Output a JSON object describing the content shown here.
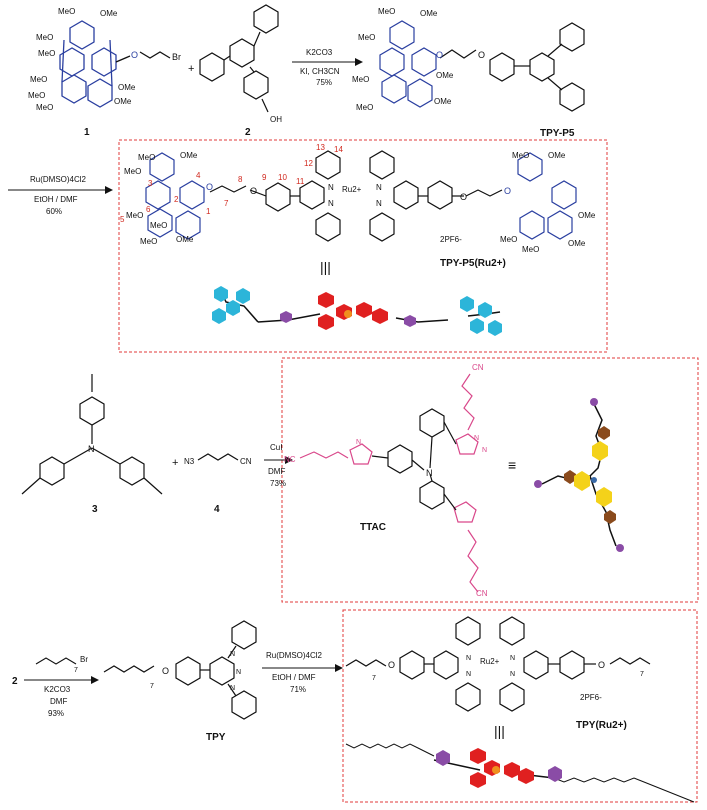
{
  "scheme": {
    "row1": {
      "cmp1_label": "1",
      "cmp1_ome": [
        "MeO",
        "OMe",
        "MeO",
        "MeO",
        "MeO",
        "MeO",
        "OMe",
        "MeO",
        "OMe"
      ],
      "cmp1_sub": "O",
      "cmp1_br": "Br",
      "plus": "+",
      "cmp2_label": "2",
      "cmp2_oh": "OH",
      "arrow1_top": "K2CO3",
      "arrow1_mid": "KI, CH3CN",
      "arrow1_yield": "75%",
      "tpyp5_label": "TPY-P5",
      "tpyp5_ome": [
        "MeO",
        "OMe",
        "MeO",
        "OMe",
        "MeO",
        "MeO",
        "OMe"
      ],
      "tpyp5_o": [
        "O",
        "O"
      ]
    },
    "row2": {
      "arrow_top": "Ru(DMSO)4Cl2",
      "arrow_mid": "EtOH / DMF",
      "arrow_yield": "60%",
      "numbers": [
        "13",
        "14",
        "12",
        "11",
        "10",
        "9",
        "8",
        "7",
        "4",
        "3",
        "2",
        "1",
        "6",
        "5"
      ],
      "ome": [
        "MeO",
        "OMe",
        "MeO",
        "MeO",
        "MeO",
        "MeO",
        "OMe",
        "MeO",
        "OMe",
        "MeO",
        "OMe",
        "MeO",
        "OMe"
      ],
      "o": [
        "O",
        "O",
        "O",
        "O"
      ],
      "ru": "Ru2+",
      "n": [
        "N",
        "N",
        "N",
        "N"
      ],
      "counterion": "2PF6-",
      "label": "TPY-P5(Ru2+)",
      "equiv": "|||"
    },
    "row3": {
      "cmp3_label": "3",
      "cmp3_n": "N",
      "plus": "+",
      "cmp4_n3": "N3",
      "cmp4_cn": "CN",
      "cmp4_label": "4",
      "arrow_top": "CuI",
      "arrow_mid": "DMF",
      "arrow_yield": "73%",
      "ttac_label": "TTAC",
      "ttac_n": "N",
      "ttac_nc": "NC",
      "ttac_cn": [
        "CN",
        "CN"
      ],
      "triazole_n": [
        "N",
        "N",
        "N"
      ],
      "equiv": "≡"
    },
    "row4": {
      "start": "2",
      "arrow1_br": "Br",
      "arrow1_sub": "7",
      "arrow1_top": "K2CO3",
      "arrow1_mid": "DMF",
      "arrow1_yield": "93%",
      "tpy_label": "TPY",
      "tpy_sub": "7",
      "tpy_o": "O",
      "tpy_n": [
        "N",
        "N",
        "N"
      ],
      "arrow2_top": "Ru(DMSO)4Cl2",
      "arrow2_mid": "EtOH / DMF",
      "arrow2_yield": "71%",
      "ru": "Ru2+",
      "n": [
        "N",
        "N",
        "N",
        "N"
      ],
      "sub": [
        "7",
        "7"
      ],
      "o": [
        "O",
        "O"
      ],
      "counterion": "2PF6-",
      "label": "TPY(Ru2+)",
      "equiv": "|||"
    }
  },
  "colors": {
    "black": "#111111",
    "blue": "#2a3fa0",
    "pink": "#d9478a",
    "red_number": "#d0281e",
    "dash_box": "#e23b3b",
    "cyan": "#2cb5d9",
    "purple": "#8a4ca6",
    "red_hex": "#e02020",
    "orange": "#f0901e",
    "yellow": "#f4d21a",
    "brown": "#8a4a1c",
    "steel": "#3a6aa8"
  }
}
